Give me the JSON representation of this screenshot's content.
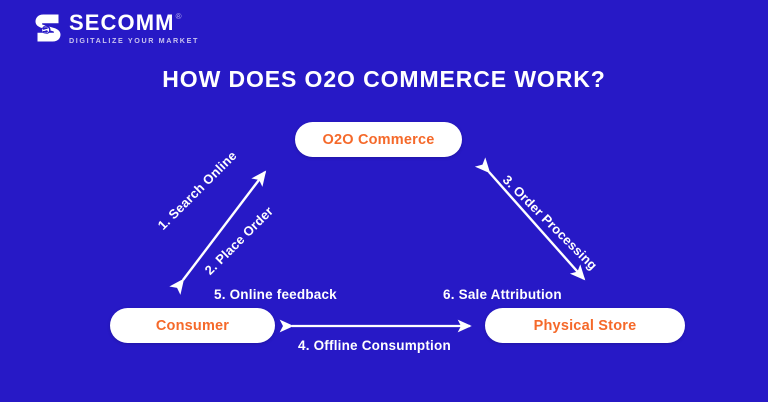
{
  "brand": {
    "name": "SECOMM",
    "registered_mark": "®",
    "tagline": "DIGITALIZE YOUR MARKET",
    "logo_icon": "secomm-s-mark"
  },
  "header": {
    "title": "HOW DOES O2O COMMERCE WORK?"
  },
  "colors": {
    "background": "#2719C6",
    "node_fill": "#FFFFFF",
    "node_text": "#F5692A",
    "label_text": "#FFFFFF",
    "arrow": "#FFFFFF"
  },
  "diagram": {
    "nodes": [
      {
        "id": "o2o",
        "label": "O2O Commerce"
      },
      {
        "id": "consumer",
        "label": "Consumer"
      },
      {
        "id": "store",
        "label": "Physical Store"
      }
    ],
    "flows": [
      {
        "step": "1.",
        "label": "1.  Search Online",
        "from": "consumer",
        "to": "o2o",
        "orientation": "diagonal-up-right"
      },
      {
        "step": "2.",
        "label": "2. Place Order",
        "from": "consumer",
        "to": "o2o",
        "orientation": "diagonal-up-right"
      },
      {
        "step": "3.",
        "label": "3. Order Processing",
        "from": "o2o",
        "to": "store",
        "orientation": "diagonal-down-right"
      },
      {
        "step": "4.",
        "label": "4. Offline Consumption",
        "from": "consumer",
        "to": "store",
        "orientation": "horizontal"
      },
      {
        "step": "5.",
        "label": "5. Online feedback",
        "from": "consumer",
        "to": "o2o",
        "orientation": "diagonal"
      },
      {
        "step": "6.",
        "label": "6. Sale Attribution",
        "from": "store",
        "to": "o2o",
        "orientation": "diagonal"
      }
    ]
  }
}
